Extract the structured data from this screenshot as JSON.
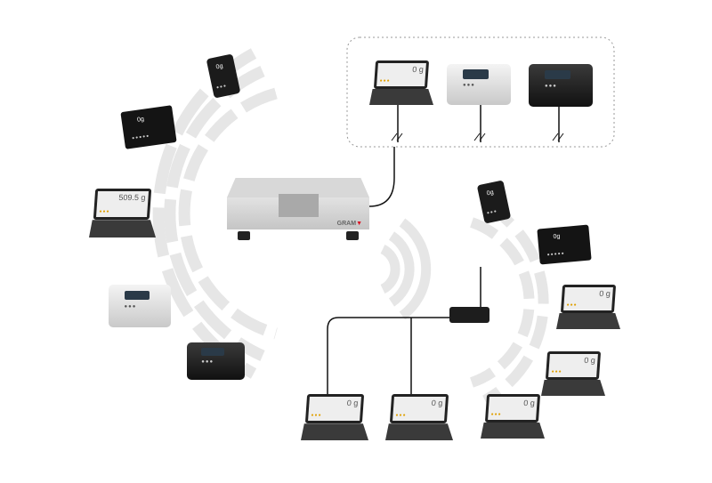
{
  "scale": {
    "brand": "GRAM"
  },
  "laptop_left": {
    "reading": "509.5 g"
  },
  "laptops": {
    "reading": "0 g"
  },
  "mobile": {
    "reading": "0g"
  },
  "colors": {
    "arc": "#e6e6e6",
    "wire": "#111111",
    "brand_red": "#d11a2a"
  }
}
